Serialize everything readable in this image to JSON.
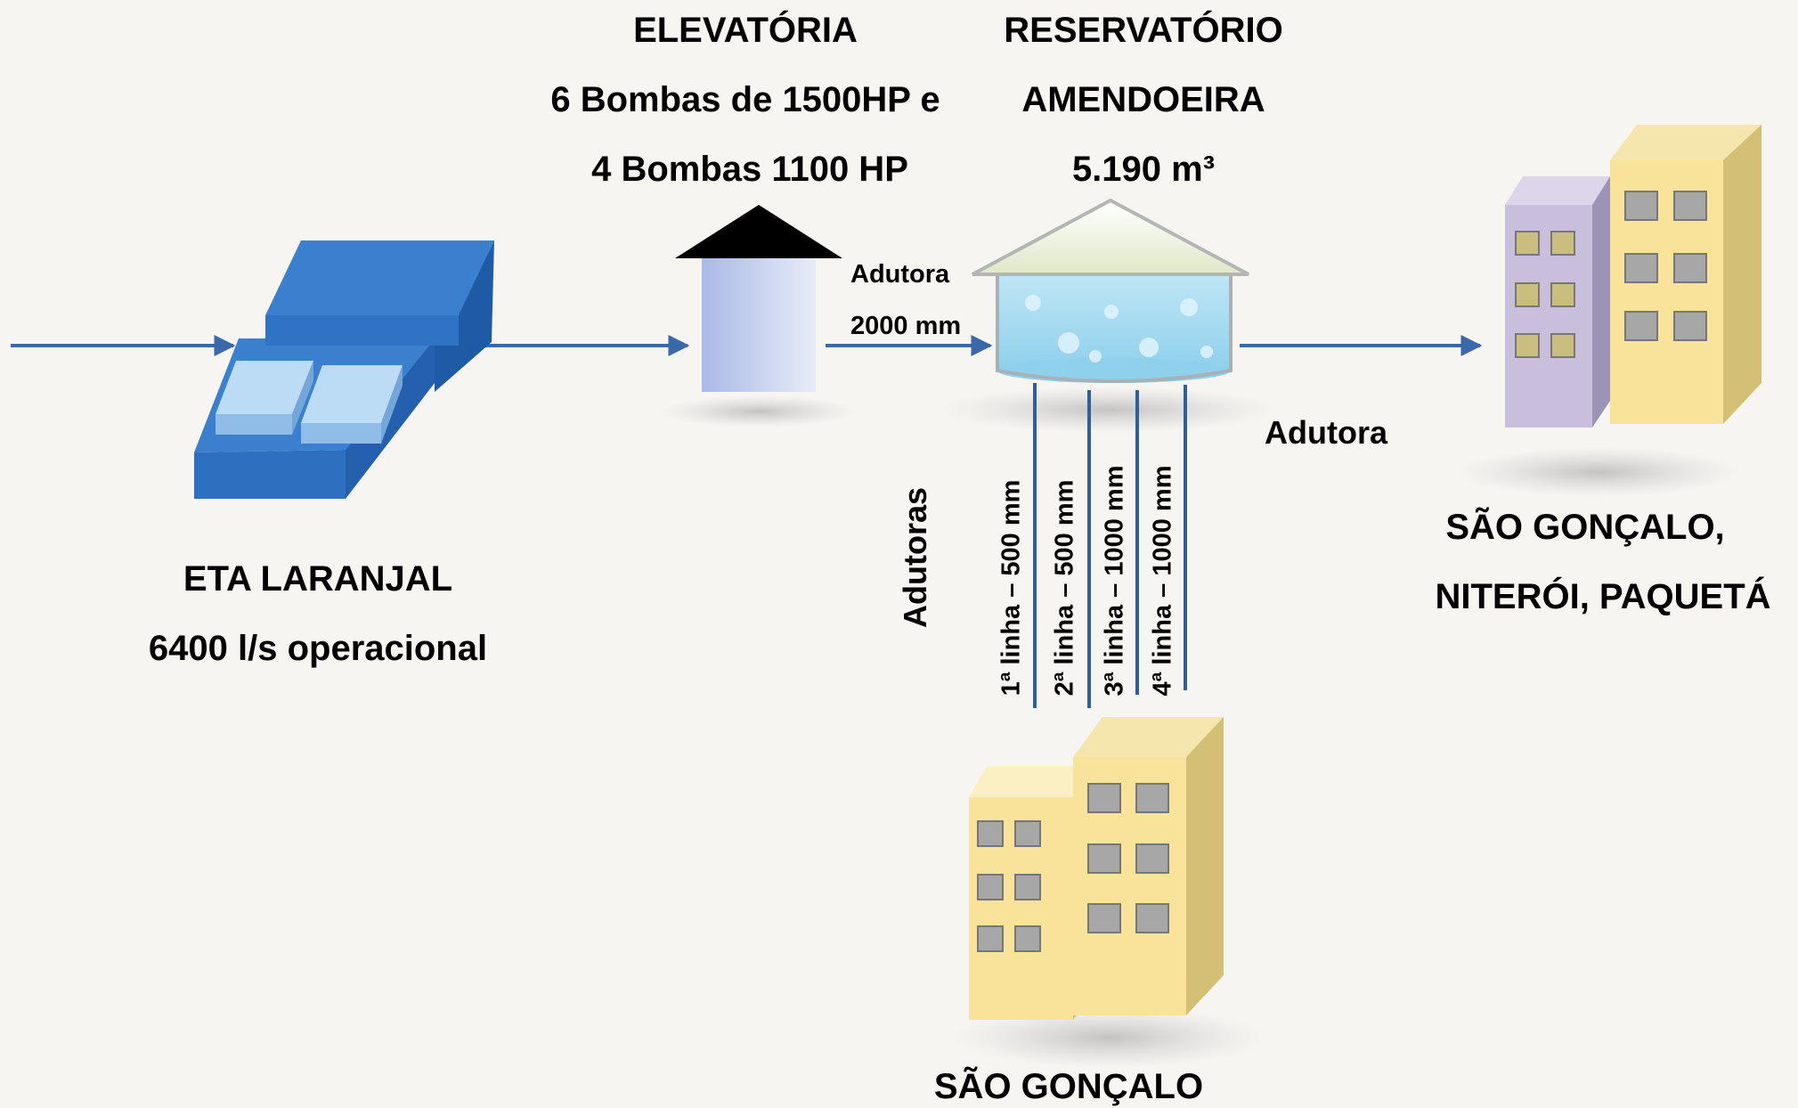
{
  "eta": {
    "name": "ETA LARANJAL",
    "capacity": "6400 l/s operacional"
  },
  "elevatoria": {
    "title": "ELEVATÓRIA",
    "line1": "6 Bombas de 1500HP e",
    "line2": "4 Bombas 1100 HP"
  },
  "reservatorio": {
    "title": "RESERVATÓRIO",
    "name": "AMENDOEIRA",
    "volume": "5.190 m³"
  },
  "pipe_main": {
    "label": "Adutora",
    "size": "2000 mm"
  },
  "pipe_east": {
    "label": "Adutora"
  },
  "adutoras": {
    "label": "Adutoras",
    "lines": [
      "1ª linha – 500 mm",
      "2ª linha – 500 mm",
      "3ª linha – 1000 mm",
      "4ª linha – 1000 mm"
    ]
  },
  "dest_east": {
    "line1": "SÃO GONÇALO,",
    "line2": "NITERÓI, PAQUETÁ"
  },
  "dest_south": {
    "label": "SÃO GONÇALO"
  },
  "colors": {
    "arrow": "#3a68a8",
    "pipe": "#2f5e9c",
    "plant": "#2f74c4",
    "building_yellow": "#f9e39a",
    "building_purple": "#c9bfdc"
  }
}
